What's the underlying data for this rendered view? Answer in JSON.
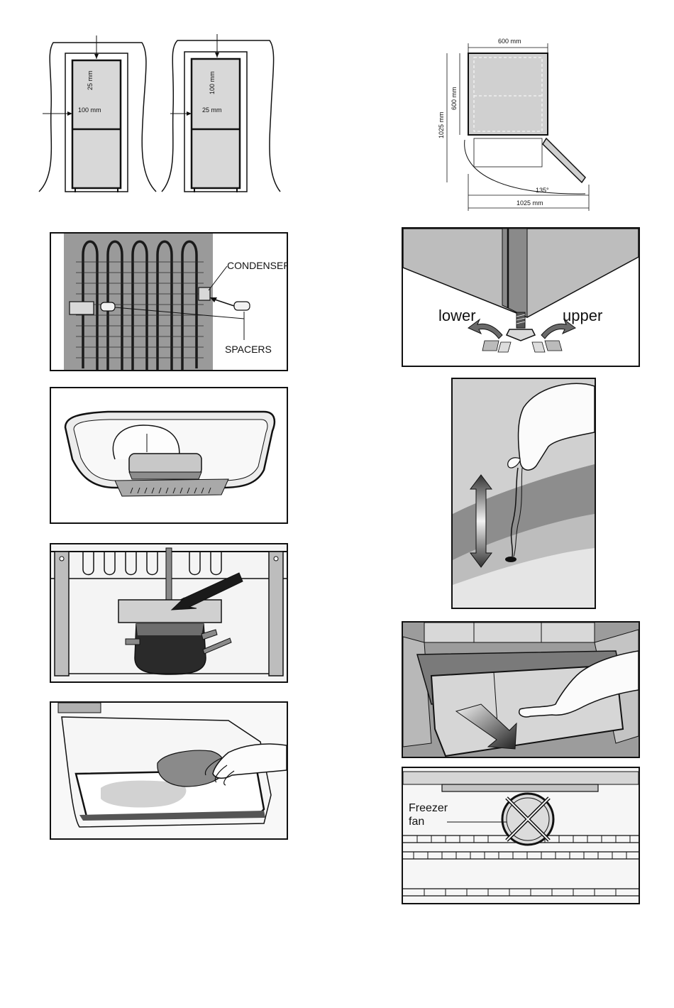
{
  "clearance": {
    "left": {
      "top_gap": "25 mm",
      "side_gap": "100 mm"
    },
    "right": {
      "top_gap": "100 mm",
      "side_gap": "25 mm"
    }
  },
  "door_swing": {
    "width": "600 mm",
    "depth": "600 mm",
    "total_depth": "1025 mm",
    "angle": "135°",
    "total_width": "1025 mm"
  },
  "condenser": {
    "condenser_label": "CONDENSER",
    "spacers_label": "SPACERS"
  },
  "feet": {
    "lower_label": "lower",
    "upper_label": "upper"
  },
  "freezer_fan": {
    "label_line1": "Freezer",
    "label_line2": "fan"
  }
}
